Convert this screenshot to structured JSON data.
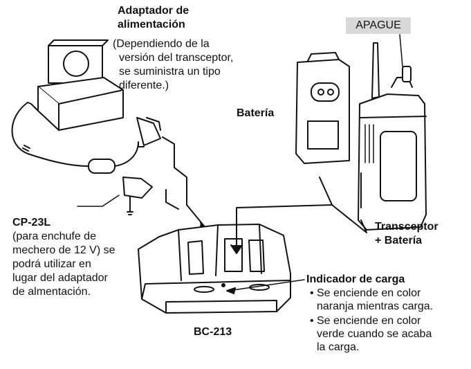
{
  "adapter": {
    "title": [
      "Adaptador de",
      "alimentación"
    ],
    "note": [
      "(Dependiendo de la",
      "versión del transceptor,",
      "se  suministra un tipo",
      "diferente.)"
    ]
  },
  "apague": "APAGUE",
  "bateria": "Batería",
  "cp23l": {
    "title": "CP-23L",
    "note": [
      "(para enchufe de",
      "mechero de 12 V) se",
      "podrá utilizar en",
      "lugar del adaptador",
      "de almentación."
    ]
  },
  "transceiver": [
    "Transceptor",
    "+ Batería"
  ],
  "charge_indicator": {
    "title": "Indicador de carga",
    "bullets": [
      [
        "Se enciende en color",
        "naranja mientras carga."
      ],
      [
        "Se enciende en color",
        "verde cuando se acaba",
        "la carga."
      ]
    ]
  },
  "charger_model": "BC-213"
}
